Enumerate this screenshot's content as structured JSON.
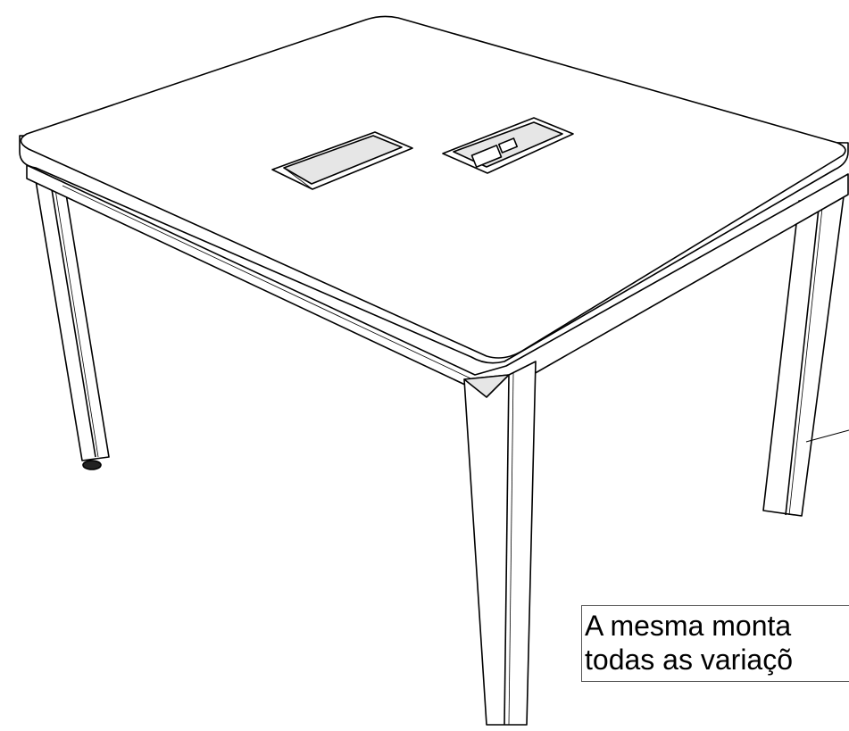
{
  "caption": {
    "line1": "A mesma monta",
    "line2": "todas as variaçõ"
  },
  "illustration": {
    "subject": "table-with-two-grommet-cutouts-and-four-legs",
    "style": "line-drawing",
    "colors": {
      "stroke": "#000000",
      "fill": "#ffffff",
      "shadow": "#e6e6e6"
    }
  }
}
